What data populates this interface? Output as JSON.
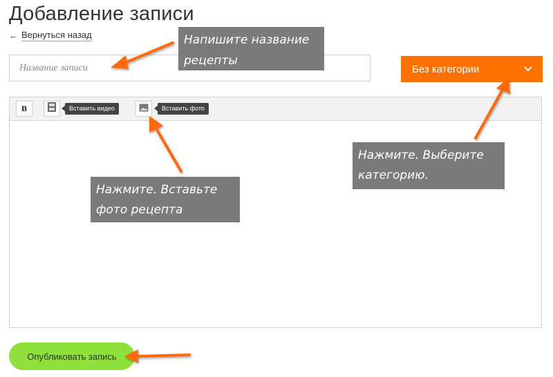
{
  "page": {
    "title": "Добавление записи",
    "back_label": "Вернуться назад",
    "back_arrow": "←"
  },
  "form": {
    "title_placeholder": "Название записи",
    "title_value": "",
    "category_selected": "Без категории"
  },
  "editor": {
    "bold_label": "B",
    "video_tooltip": "Вставить видео",
    "photo_tooltip": "Вставить фото"
  },
  "publish": {
    "label": "Опубликовать запись"
  },
  "callouts": {
    "title_line1": "Напишите название",
    "title_line2": "рецепты",
    "category_line1": "Нажмите. Выберите",
    "category_line2": "категорию.",
    "photo_line1": "Нажмите. Вставьте",
    "photo_line2": "фото рецепта"
  },
  "icons": {
    "back": "arrow-left-icon",
    "chevron": "chevron-down-icon",
    "video": "film-icon",
    "photo": "image-icon"
  },
  "colors": {
    "accent_orange": "#ff7200",
    "publish_green": "#8fe03a",
    "callout_gray": "#7b7b7b",
    "annotation_arrow": "#ff6a10"
  }
}
